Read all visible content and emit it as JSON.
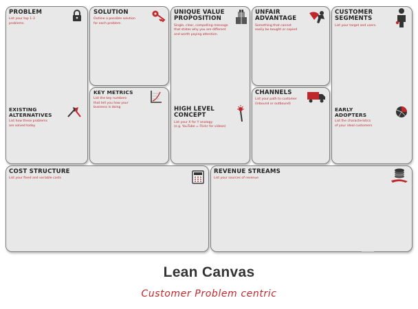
{
  "problem": {
    "title": "PROBLEM",
    "desc": "List your top 1-3\nproblems."
  },
  "existing_alternatives": {
    "title": "EXISTING\nALTERNATIVES",
    "desc": "List how these problems\nare solved today"
  },
  "solution": {
    "title": "SOLUTION",
    "desc": "Outline a possible solution\nfor each problem."
  },
  "key_metrics": {
    "title": "KEY METRICS",
    "desc": "List the key numbers\nthat tell you how your\nbusiness is doing"
  },
  "uvp": {
    "title": "UNIQUE VALUE\nPROPOSITION",
    "desc": "Single, clear, compelling message\nthat states why you are different\nand worth paying attention."
  },
  "high_level_concept": {
    "title": "HIGH LEVEL\nCONCEPT",
    "desc": "List your X for Y analogy\n(e.g. YouTube = Flickr for videos)"
  },
  "unfair_advantage": {
    "title": "UNFAIR\nADVANTAGE",
    "desc": "Something that cannot\neasily be bought or copied"
  },
  "channels": {
    "title": "CHANNELS",
    "desc": "List your path to customer\n(inbound or outbound)"
  },
  "customer_segments": {
    "title": "CUSTOMER\nSEGMENTS",
    "desc": "List your target and users."
  },
  "early_adopters": {
    "title": "EARLY\nADOPTERS",
    "desc": "List the characteristics\nof your ideal customers"
  },
  "cost_structure": {
    "title": "COST STRUCTURE",
    "desc": "List your fixed and variable costs"
  },
  "revenue_streams": {
    "title": "REVENUE STREAMS",
    "desc": "List your sources of revenue"
  },
  "footer": {
    "title": "Lean Canvas",
    "subtitle": "Customer Problem centric"
  },
  "icons": {
    "problem": "padlock-icon",
    "existing_alternatives": "arrows-icon",
    "solution": "key-icon",
    "key_metrics": "chart-icon",
    "uvp": "gift-boxes-icon",
    "high_level_concept": "magic-wand-icon",
    "unfair_advantage": "superhero-icon",
    "channels": "truck-icon",
    "customer_segments": "person-icon",
    "early_adopters": "pie-chart-icon",
    "cost_structure": "cash-register-icon",
    "revenue_streams": "money-stack-icon"
  },
  "colors": {
    "accent": "#c0272d",
    "box": "#e8e8e8",
    "border": "#7d7d7d",
    "text": "#222222"
  }
}
